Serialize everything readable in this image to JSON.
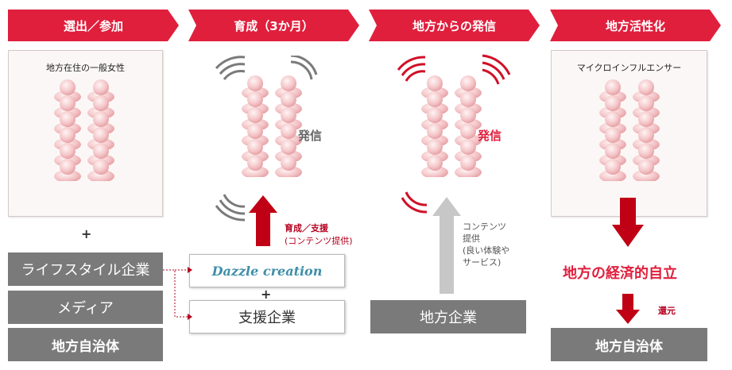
{
  "headers": [
    "選出／参加",
    "育成（3か月）",
    "地方からの発信",
    "地方活性化"
  ],
  "panel1": {
    "label": "地方在住の一般女性"
  },
  "panel4": {
    "label": "マイクロインフルエンサー"
  },
  "phase1": {
    "plus": "+",
    "items": [
      "ライフスタイル企業",
      "メディア",
      "地方自治体"
    ]
  },
  "phase2": {
    "hassin": "発信",
    "arrow_label_line1": "育成／支援",
    "arrow_label_line2": "(コンテンツ提供)",
    "dazzle": "Dazzle creation",
    "plus": "+",
    "support": "支援企業"
  },
  "phase3": {
    "hassin": "発信",
    "arrow_label": [
      "コンテンツ",
      "提供",
      "(良い体験や",
      "サービス)"
    ],
    "company": "地方企業"
  },
  "phase4": {
    "economic": "地方の経済的自立",
    "kangen": "還元",
    "government": "地方自治体"
  },
  "colors": {
    "accent": "#e01f3d",
    "gray_box": "#7a7a7a",
    "person_pink": "#f3c3c6",
    "dark_red": "#c00014"
  }
}
